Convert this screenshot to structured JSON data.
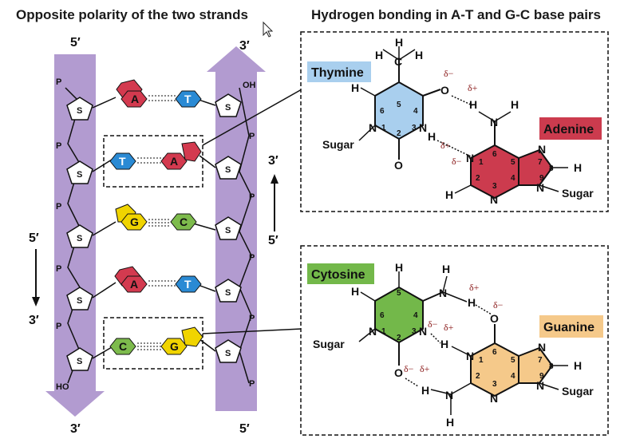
{
  "titles": {
    "left": "Opposite polarity of the two strands",
    "right": "Hydrogen bonding in A-T and G-C base pairs"
  },
  "strand_labels": {
    "left_top": "5′",
    "left_bottom": "3′",
    "right_top": "3′",
    "right_bottom": "5′",
    "arrow_left_top": "5′",
    "arrow_left_bottom": "3′",
    "arrow_right_top": "3′",
    "arrow_right_bottom": "5′"
  },
  "backbone": {
    "phosphate": "P",
    "sugar": "S",
    "hydroxyl_right": "OH",
    "hydroxyl_left": "HO"
  },
  "pairs": [
    {
      "left": "A",
      "right": "T"
    },
    {
      "left": "T",
      "right": "A"
    },
    {
      "left": "G",
      "right": "C"
    },
    {
      "left": "A",
      "right": "T"
    },
    {
      "left": "C",
      "right": "G"
    }
  ],
  "colors": {
    "A": "#d33a4f",
    "T": "#2a8ad4",
    "G": "#f0d400",
    "C": "#7dbb4c",
    "strand": "#a48ac8",
    "thymine_ring": "#a9cfee",
    "adenine_ring": "#cc3b4e",
    "cytosine_ring": "#73b84a",
    "guanine_ring": "#f5c98a"
  },
  "at_panel": {
    "thymine_label": "Thymine",
    "adenine_label": "Adenine",
    "sugar": "Sugar",
    "atoms": {
      "H": "H",
      "C": "C",
      "N": "N",
      "O": "O"
    },
    "delta_minus": "δ−",
    "delta_plus": "δ+"
  },
  "gc_panel": {
    "cytosine_label": "Cytosine",
    "guanine_label": "Guanine",
    "sugar": "Sugar"
  }
}
